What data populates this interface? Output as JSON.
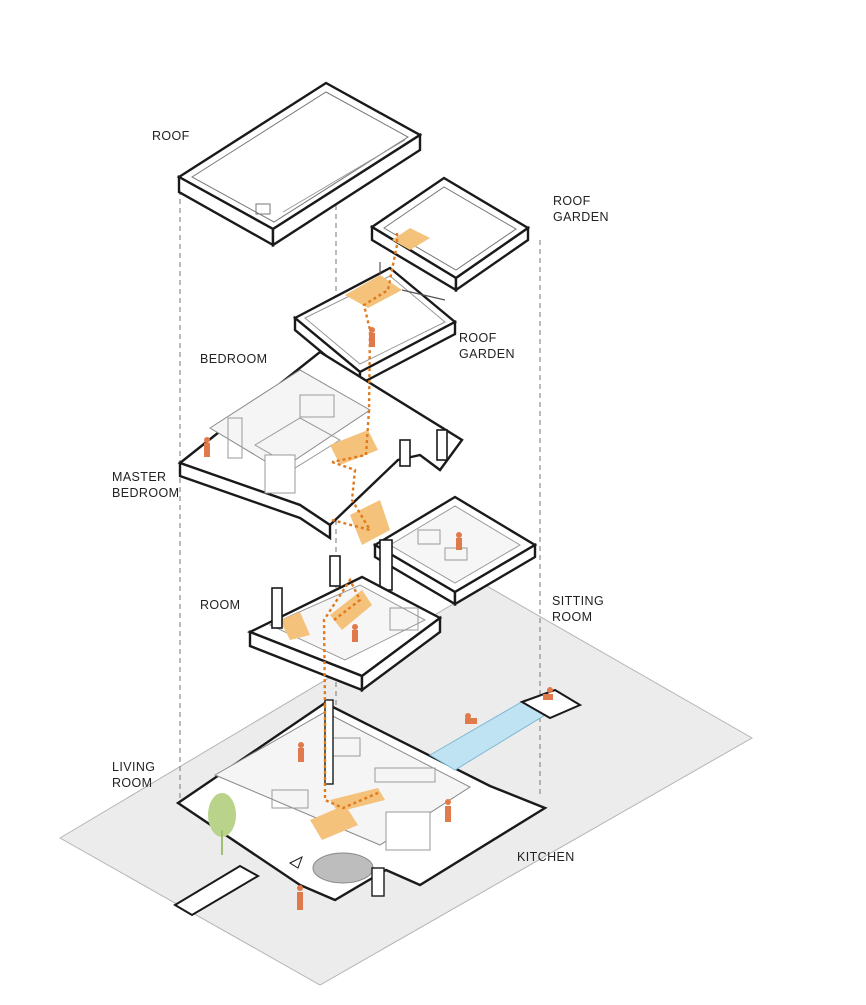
{
  "labels": {
    "roof": "ROOF",
    "roof_garden_top_1": "ROOF",
    "roof_garden_top_2": "GARDEN",
    "roof_garden_mid_1": "ROOF",
    "roof_garden_mid_2": "GARDEN",
    "bedroom": "BEDROOM",
    "master_bedroom_1": "MASTER",
    "master_bedroom_2": "BEDROOM",
    "room": "ROOM",
    "sitting_room_1": "SITTING",
    "sitting_room_2": "ROOM",
    "living_room_1": "LIVING",
    "living_room_2": "ROOM",
    "kitchen": "KITCHEN"
  },
  "colors": {
    "line": "#1a1a1a",
    "thin": "#9a9a9a",
    "ground": "#ececec",
    "stair": "#f4c27a",
    "circulation": "#e07a1f",
    "person": "#e07a4a",
    "pool": "#bfe3f2",
    "tree": "#b9d48a"
  }
}
